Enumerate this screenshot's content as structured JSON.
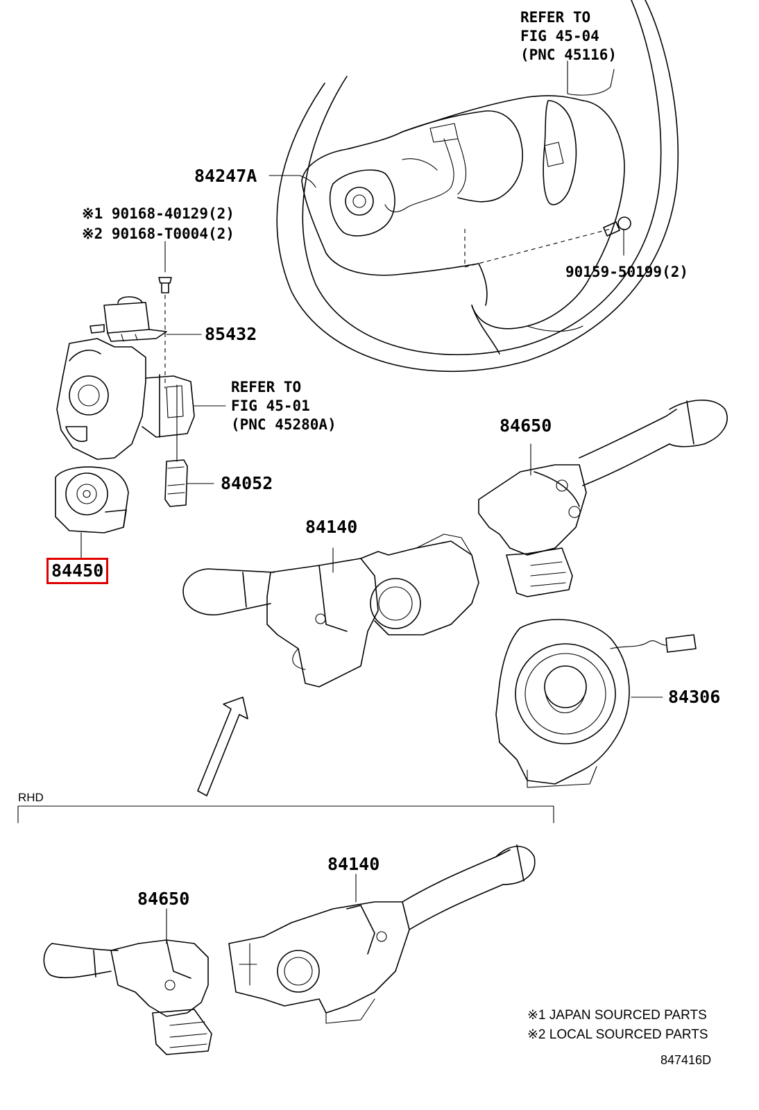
{
  "labels": {
    "refer_45_04": [
      "REFER TO",
      "FIG 45-04",
      "(PNC 45116)"
    ],
    "p84247a": "84247A",
    "std_line1": "※1 90168-40129(2)",
    "std_line2": "※2 90168-T0004(2)",
    "p90159": "90159-50199(2)",
    "p85432": "85432",
    "refer_45_01": [
      "REFER TO",
      "FIG 45-01",
      "(PNC 45280A)"
    ],
    "p84052": "84052",
    "p84650": "84650",
    "p84450": "84450",
    "p84140": "84140",
    "p84306": "84306",
    "rhd": "RHD",
    "rhd_84140": "84140",
    "rhd_84650": "84650",
    "footnote1": "※1 JAPAN SOURCED PARTS",
    "footnote2": "※2 LOCAL SOURCED PARTS",
    "figure_code": "847416D"
  },
  "highlight_color": "#e00000",
  "icons": {
    "steering_wheel": "steering-wheel-icon",
    "arrow": "arrow-up-right-icon"
  }
}
